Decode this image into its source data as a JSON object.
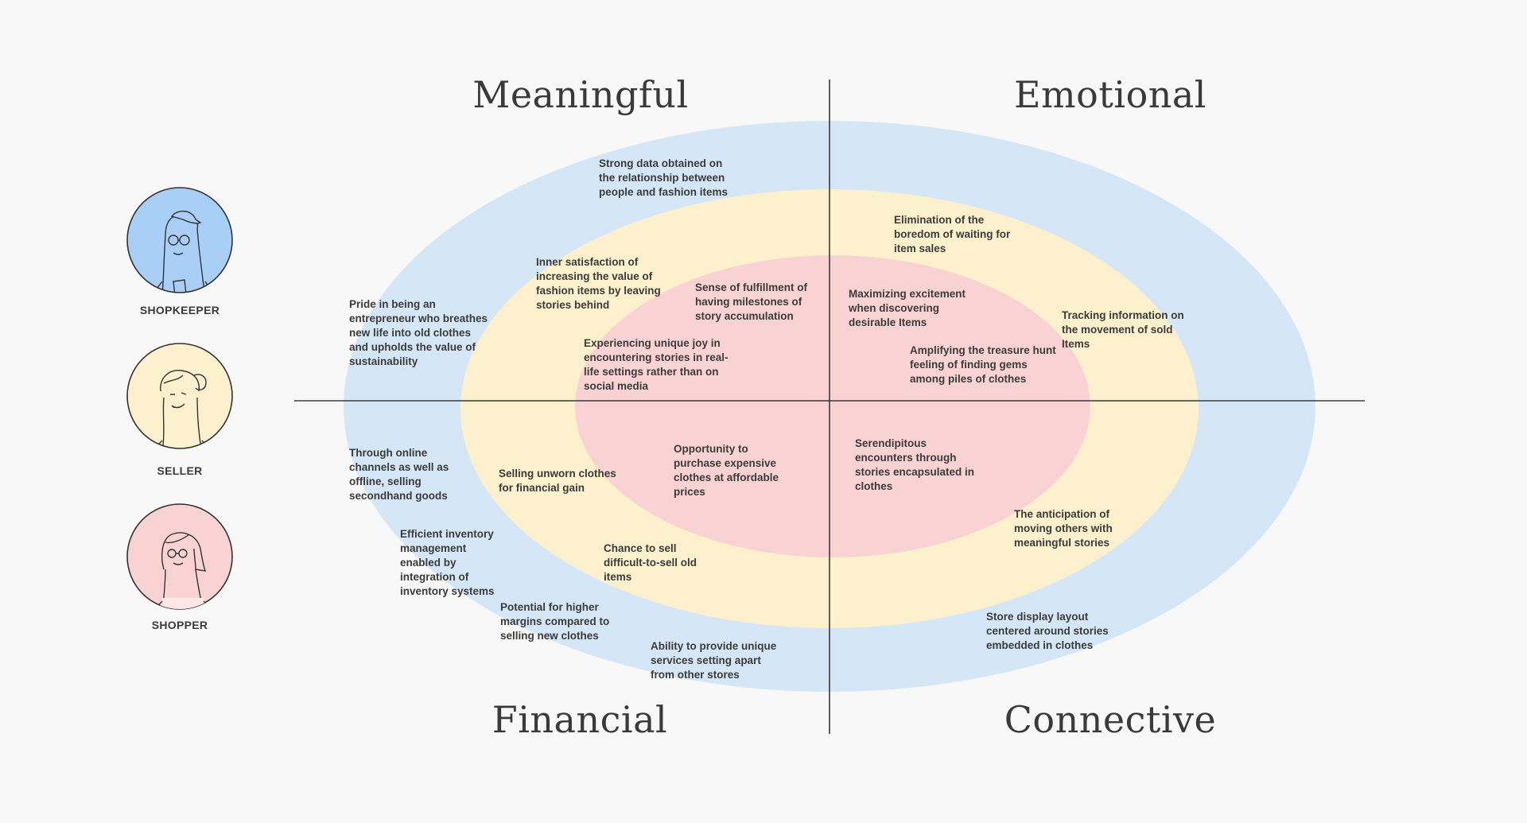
{
  "colors": {
    "outer_ring": "#d5e7f7",
    "middle_ring": "#fdf1cd",
    "inner_ring": "#f9d3d4",
    "axis": "#3a3a3a",
    "shopkeeper_bg": "#a9cff7",
    "seller_bg": "#fdf1cd",
    "shopper_bg": "#f9d3d4",
    "avatar_outline": "#333333"
  },
  "quadrants": {
    "meaningful": "Meaningful",
    "emotional": "Emotional",
    "financial": "Financial",
    "connective": "Connective"
  },
  "personas": [
    {
      "label": "SHOPKEEPER",
      "icon": "shopkeeper-avatar-icon"
    },
    {
      "label": "SELLER",
      "icon": "seller-avatar-icon"
    },
    {
      "label": "SHOPPER",
      "icon": "shopper-avatar-icon"
    }
  ],
  "notes": {
    "strong_data": "Strong data obtained on the relationship between people and fashion items",
    "pride": "Pride in being an entrepreneur who breathes new life into old clothes and upholds the value of sustainability",
    "inner_satisfaction": "Inner satisfaction of increasing the value of fashion items by leaving stories behind",
    "fulfillment": "Sense of fulfillment of having milestones of story accumulation",
    "unique_joy": "Experiencing unique joy in encountering stories in real-life settings rather than on social media",
    "boredom": "Elimination of the boredom of waiting for item sales",
    "excitement": "Maximizing excitement when discovering desirable Items",
    "tracking": "Tracking information on the movement of sold Items",
    "treasure_hunt": "Amplifying the treasure hunt feeling of finding gems among piles of clothes",
    "online_channels": "Through online channels as well as offline, selling secondhand goods",
    "selling_unworn": "Selling unworn clothes for financial gain",
    "opportunity": "Opportunity to purchase expensive clothes at affordable prices",
    "inventory": "Efficient inventory management enabled by integration of inventory systems",
    "difficult_to_sell": "Chance to sell difficult-to-sell old items",
    "higher_margins": "Potential for higher margins compared to selling new clothes",
    "unique_services": "Ability to provide unique services setting apart from other stores",
    "serendipitous": "Serendipitous encounters through stories encapsulated in clothes",
    "anticipation": "The anticipation of moving others with meaningful stories",
    "store_display": "Store display layout centered around stories embedded in clothes"
  }
}
